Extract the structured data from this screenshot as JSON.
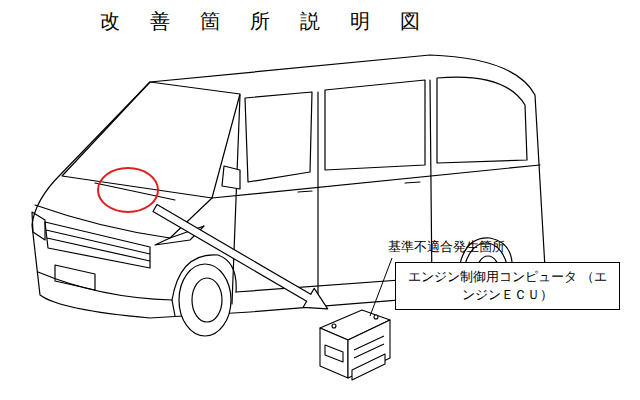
{
  "diagram": {
    "title": "改善箇所説明図",
    "nodes": [
      {
        "text": [
          "エンジン制御用コンピュータ （エンジンＥＣＵ）"
        ]
      }
    ],
    "labels": [
      "基準不適合発生箇所"
    ]
  }
}
